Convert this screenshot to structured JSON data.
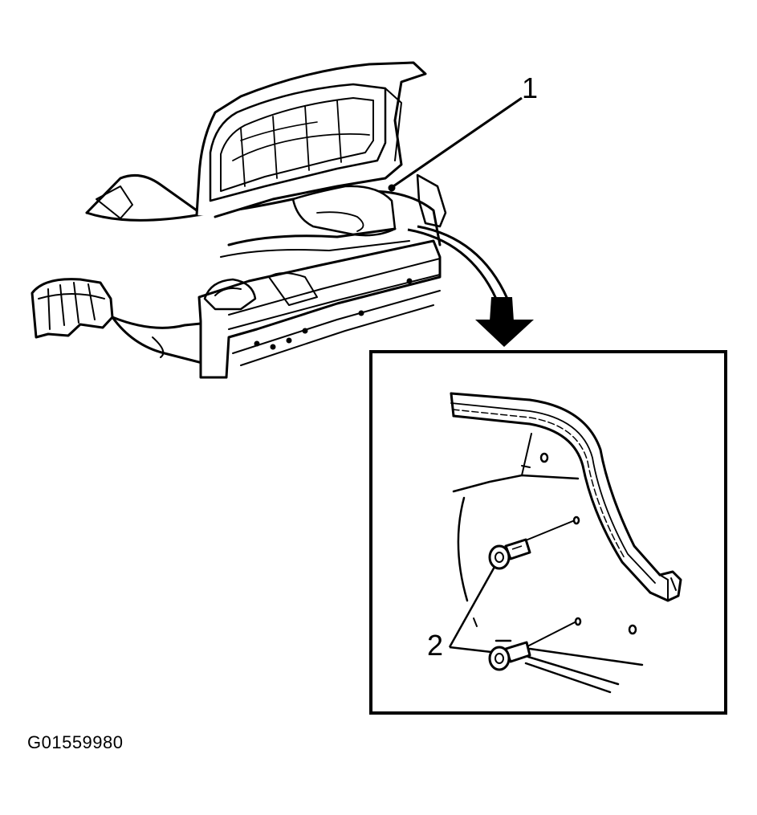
{
  "callouts": {
    "one": "1",
    "two": "2"
  },
  "figure_id": "G01559980",
  "icons": {
    "car": "vehicle-rear-trunk-open",
    "arrow": "curved-arrow-down",
    "detail": "detail-inset-weatherstrip-bolts"
  },
  "colors": {
    "line": "#000000",
    "background": "#ffffff"
  }
}
